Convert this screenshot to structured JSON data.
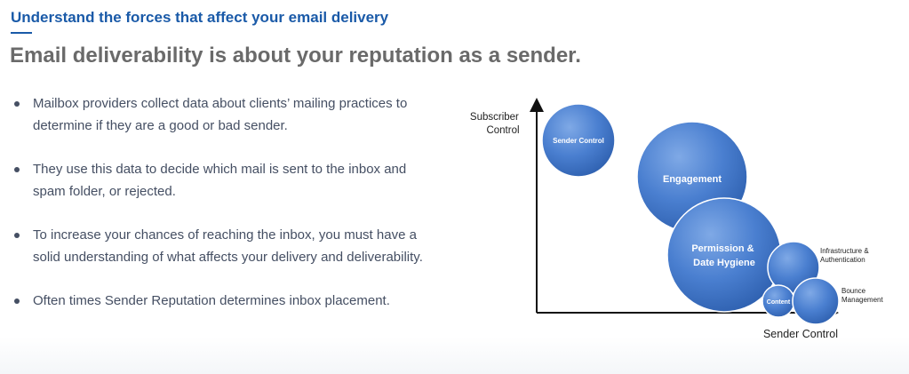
{
  "header": {
    "title": "Understand the forces that affect your email delivery",
    "subtitle": "Email deliverability is about your reputation as a sender."
  },
  "bullets": [
    "Mailbox providers collect data about clients’ mailing practices to determine if they are a good or bad sender.",
    "They use this data to decide which mail is sent to the inbox and spam folder, or rejected.",
    "To increase your chances of reaching the inbox, you must have a solid understanding of what affects your delivery and deliverability.",
    "Often times Sender Reputation determines inbox placement."
  ],
  "diagram": {
    "y_axis_label": [
      "Subscriber",
      "Control"
    ],
    "x_axis_label": "Sender Control",
    "bubbles": {
      "sender_control": "Sender Control",
      "engagement": "Engagement",
      "permission": [
        "Permission &",
        "Date Hygiene"
      ],
      "content": "Content"
    },
    "side_labels": {
      "infrastructure": [
        "Infrastructure &",
        "Authentication"
      ],
      "bounce": [
        "Bounce",
        "Management"
      ]
    }
  },
  "colors": {
    "accent": "#1a5aa8",
    "bubble": "#4a7fd0"
  }
}
